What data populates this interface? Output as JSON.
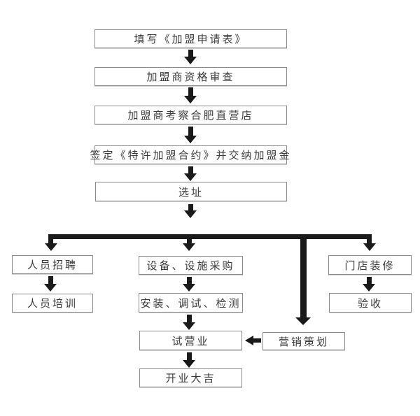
{
  "diagram": {
    "type": "flowchart",
    "language": "zh-CN",
    "topic": "franchise joining process",
    "colors": {
      "background": "#ffffff",
      "line": "#1a1a1a",
      "box_border": "#8a8a8a",
      "text": "#3a3a3a"
    },
    "nodes": {
      "step1": "填写《加盟申请表》",
      "step2": "加盟商资格审查",
      "step3": "加盟商考察合肥直营店",
      "step4": "签定《特许加盟合约》并交纳加盟金",
      "step5": "选址",
      "recruit": "人员招聘",
      "training": "人员培训",
      "procurement": "设备、设施采购",
      "installation": "安装、调试、检测",
      "trial": "试营业",
      "opening": "开业大吉",
      "decoration": "门店装修",
      "acceptance": "验收",
      "marketing": "营销策划"
    },
    "edges": [
      "step1->step2",
      "step2->step3",
      "step3->step4",
      "step4->step5",
      "step5->branch-bar",
      "branch-bar->recruit",
      "branch-bar->procurement",
      "branch-bar->decoration",
      "branch-bar->marketing",
      "recruit->training",
      "procurement->installation",
      "installation->trial",
      "trial->opening",
      "decoration->acceptance",
      "marketing->trial"
    ]
  }
}
